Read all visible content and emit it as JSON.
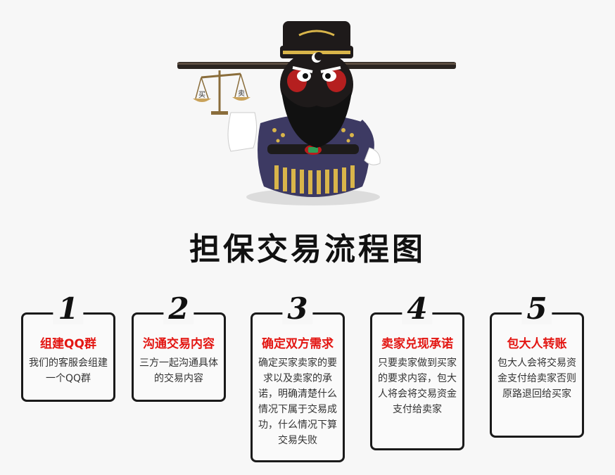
{
  "page": {
    "title": "担保交易流程图"
  },
  "scale_labels": {
    "left_pan": "买",
    "right_pan": "卖"
  },
  "steps": [
    {
      "number": "1",
      "title": "组建QQ群",
      "desc": "我们的客服会组建一个QQ群"
    },
    {
      "number": "2",
      "title": "沟通交易内容",
      "desc": "三方一起沟通具体的交易内容"
    },
    {
      "number": "3",
      "title": "确定双方需求",
      "desc": "确定买家卖家的要求以及卖家的承诺，明确清楚什么情况下属于交易成功，什么情况下算交易失败"
    },
    {
      "number": "4",
      "title": "卖家兑现承诺",
      "desc": "只要卖家做到买家的要求内容，包大人将会将交易资金支付给卖家"
    },
    {
      "number": "5",
      "title": "包大人转账",
      "desc": "包大人会将交易资金支付给卖家否则原路退回给买家"
    }
  ],
  "colors": {
    "accent_red": "#e31612",
    "border_black": "#1a1a1a",
    "background": "#f7f7f7"
  },
  "icons": {
    "mascot": "judge-bao-mascot-icon",
    "scale": "balance-scale-icon"
  }
}
